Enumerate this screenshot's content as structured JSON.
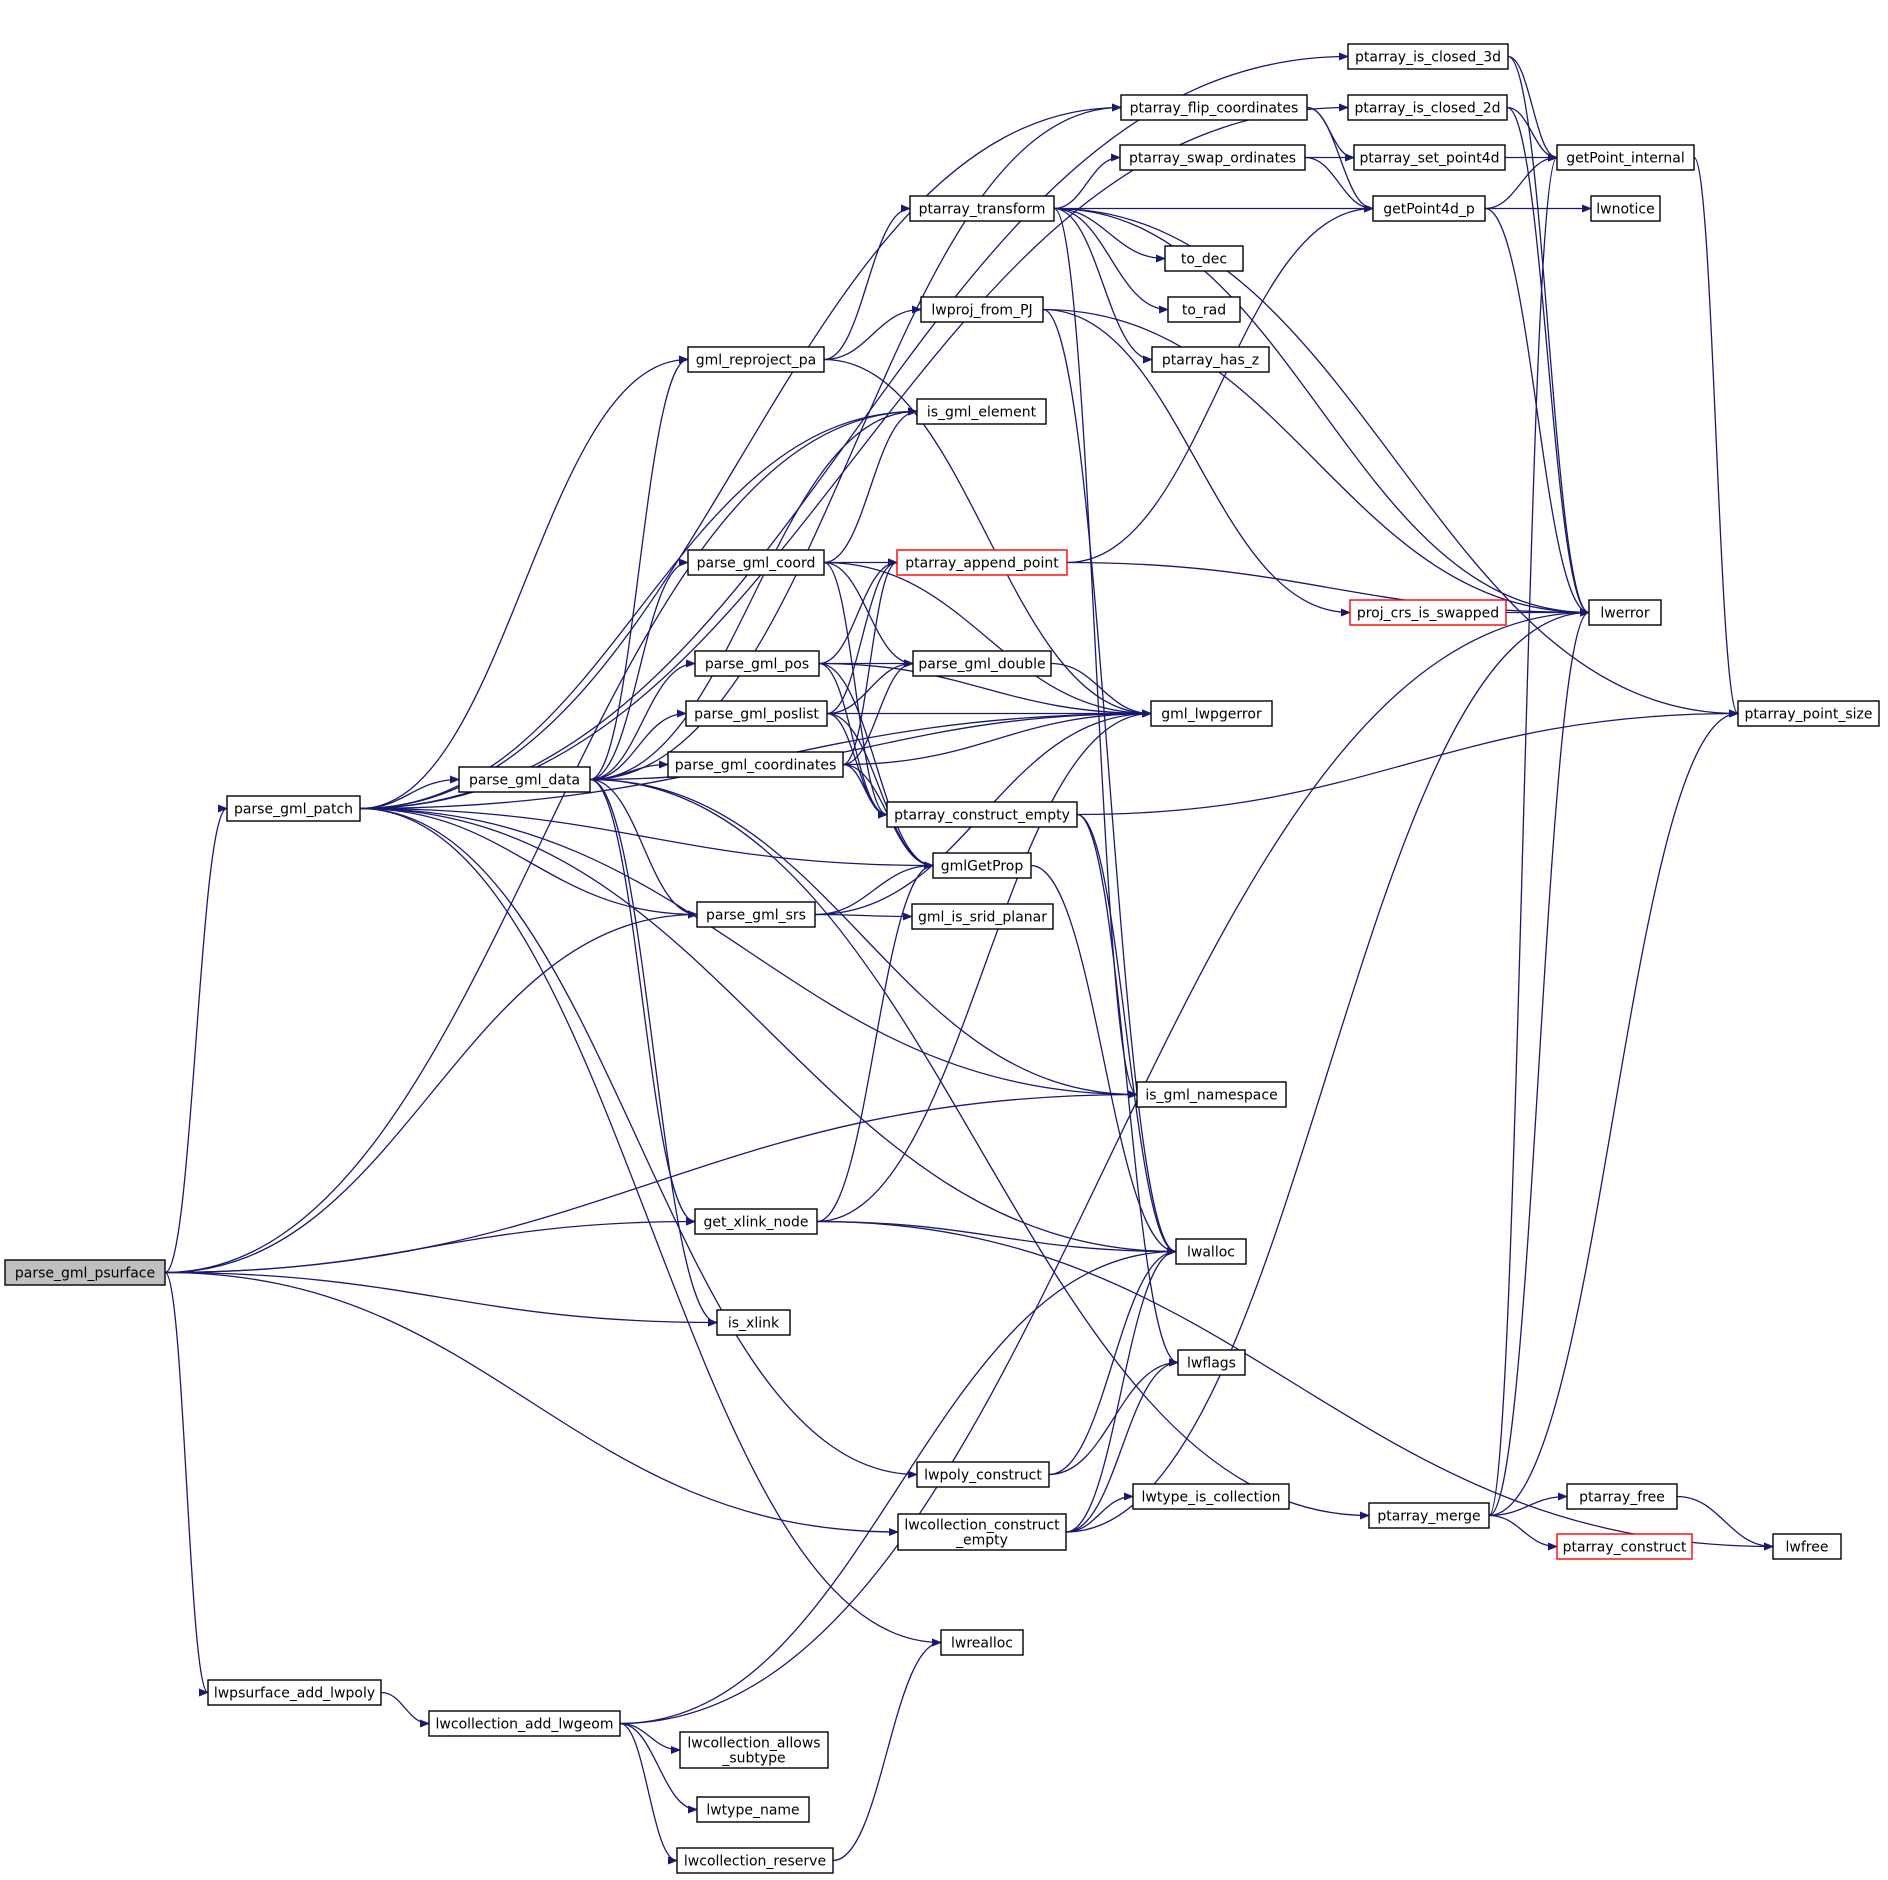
{
  "graph": {
    "edge_color": "#191970",
    "truncated_node_color": "#ff0000",
    "root_fill": "#bfbfbf",
    "nodes": [
      {
        "id": "parse_gml_psurface",
        "lines": [
          "parse_gml_psurface"
        ],
        "root": true
      },
      {
        "id": "parse_gml_patch",
        "lines": [
          "parse_gml_patch"
        ]
      },
      {
        "id": "parse_gml_data",
        "lines": [
          "parse_gml_data"
        ]
      },
      {
        "id": "parse_gml_coord",
        "lines": [
          "parse_gml_coord"
        ]
      },
      {
        "id": "parse_gml_pos",
        "lines": [
          "parse_gml_pos"
        ]
      },
      {
        "id": "parse_gml_poslist",
        "lines": [
          "parse_gml_poslist"
        ]
      },
      {
        "id": "parse_gml_coordinates",
        "lines": [
          "parse_gml_coordinates"
        ]
      },
      {
        "id": "parse_gml_srs",
        "lines": [
          "parse_gml_srs"
        ]
      },
      {
        "id": "gml_reproject_pa",
        "lines": [
          "gml_reproject_pa"
        ]
      },
      {
        "id": "get_xlink_node",
        "lines": [
          "get_xlink_node"
        ]
      },
      {
        "id": "is_xlink",
        "lines": [
          "is_xlink"
        ]
      },
      {
        "id": "is_gml_element",
        "lines": [
          "is_gml_element"
        ]
      },
      {
        "id": "is_gml_namespace",
        "lines": [
          "is_gml_namespace"
        ]
      },
      {
        "id": "ptarray_transform",
        "lines": [
          "ptarray_transform"
        ]
      },
      {
        "id": "lwproj_from_PJ",
        "lines": [
          "lwproj_from_PJ"
        ]
      },
      {
        "id": "ptarray_append_point",
        "lines": [
          "ptarray_append_point"
        ],
        "truncated": true
      },
      {
        "id": "parse_gml_double",
        "lines": [
          "parse_gml_double"
        ]
      },
      {
        "id": "ptarray_construct_empty",
        "lines": [
          "ptarray_construct_empty"
        ]
      },
      {
        "id": "gmlGetProp",
        "lines": [
          "gmlGetProp"
        ]
      },
      {
        "id": "gml_is_srid_planar",
        "lines": [
          "gml_is_srid_planar"
        ]
      },
      {
        "id": "gml_lwpgerror",
        "lines": [
          "gml_lwpgerror"
        ]
      },
      {
        "id": "ptarray_flip_coordinates",
        "lines": [
          "ptarray_flip_coordinates"
        ]
      },
      {
        "id": "ptarray_swap_ordinates",
        "lines": [
          "ptarray_swap_ordinates"
        ]
      },
      {
        "id": "to_dec",
        "lines": [
          "to_dec"
        ]
      },
      {
        "id": "to_rad",
        "lines": [
          "to_rad"
        ]
      },
      {
        "id": "ptarray_has_z",
        "lines": [
          "ptarray_has_z"
        ]
      },
      {
        "id": "lwalloc",
        "lines": [
          "lwalloc"
        ]
      },
      {
        "id": "lwflags",
        "lines": [
          "lwflags"
        ]
      },
      {
        "id": "lwpoly_construct",
        "lines": [
          "lwpoly_construct"
        ]
      },
      {
        "id": "lwcollection_construct_empty",
        "lines": [
          "lwcollection_construct",
          "_empty"
        ]
      },
      {
        "id": "lwrealloc",
        "lines": [
          "lwrealloc"
        ]
      },
      {
        "id": "lwpsurface_add_lwpoly",
        "lines": [
          "lwpsurface_add_lwpoly"
        ]
      },
      {
        "id": "lwcollection_add_lwgeom",
        "lines": [
          "lwcollection_add_lwgeom"
        ]
      },
      {
        "id": "lwcollection_allows_subtype",
        "lines": [
          "lwcollection_allows",
          "_subtype"
        ]
      },
      {
        "id": "lwtype_name",
        "lines": [
          "lwtype_name"
        ]
      },
      {
        "id": "lwcollection_reserve",
        "lines": [
          "lwcollection_reserve"
        ]
      },
      {
        "id": "lwtype_is_collection",
        "lines": [
          "lwtype_is_collection"
        ]
      },
      {
        "id": "ptarray_is_closed_3d",
        "lines": [
          "ptarray_is_closed_3d"
        ]
      },
      {
        "id": "ptarray_is_closed_2d",
        "lines": [
          "ptarray_is_closed_2d"
        ]
      },
      {
        "id": "ptarray_set_point4d",
        "lines": [
          "ptarray_set_point4d"
        ]
      },
      {
        "id": "getPoint4d_p",
        "lines": [
          "getPoint4d_p"
        ]
      },
      {
        "id": "proj_crs_is_swapped",
        "lines": [
          "proj_crs_is_swapped"
        ],
        "truncated": true
      },
      {
        "id": "ptarray_merge",
        "lines": [
          "ptarray_merge"
        ]
      },
      {
        "id": "getPoint_internal",
        "lines": [
          "getPoint_internal"
        ]
      },
      {
        "id": "lwnotice",
        "lines": [
          "lwnotice"
        ]
      },
      {
        "id": "lwerror",
        "lines": [
          "lwerror"
        ]
      },
      {
        "id": "ptarray_point_size",
        "lines": [
          "ptarray_point_size"
        ]
      },
      {
        "id": "ptarray_free",
        "lines": [
          "ptarray_free"
        ]
      },
      {
        "id": "ptarray_construct",
        "lines": [
          "ptarray_construct"
        ],
        "truncated": true
      },
      {
        "id": "lwfree",
        "lines": [
          "lwfree"
        ]
      }
    ],
    "edges": [
      [
        "parse_gml_psurface",
        "parse_gml_patch"
      ],
      [
        "parse_gml_psurface",
        "get_xlink_node"
      ],
      [
        "parse_gml_psurface",
        "parse_gml_srs"
      ],
      [
        "parse_gml_psurface",
        "is_xlink"
      ],
      [
        "parse_gml_psurface",
        "is_gml_namespace"
      ],
      [
        "parse_gml_psurface",
        "is_gml_element"
      ],
      [
        "parse_gml_psurface",
        "lwcollection_construct_empty"
      ],
      [
        "parse_gml_psurface",
        "lwpsurface_add_lwpoly"
      ],
      [
        "parse_gml_patch",
        "parse_gml_data"
      ],
      [
        "parse_gml_patch",
        "gml_reproject_pa"
      ],
      [
        "parse_gml_patch",
        "is_gml_element"
      ],
      [
        "parse_gml_patch",
        "ptarray_flip_coordinates"
      ],
      [
        "parse_gml_patch",
        "ptarray_is_closed_3d"
      ],
      [
        "parse_gml_patch",
        "ptarray_is_closed_2d"
      ],
      [
        "parse_gml_patch",
        "gml_lwpgerror"
      ],
      [
        "parse_gml_patch",
        "gmlGetProp"
      ],
      [
        "parse_gml_patch",
        "parse_gml_srs"
      ],
      [
        "parse_gml_patch",
        "is_gml_namespace"
      ],
      [
        "parse_gml_patch",
        "lwalloc"
      ],
      [
        "parse_gml_patch",
        "lwpoly_construct"
      ],
      [
        "parse_gml_patch",
        "lwrealloc"
      ],
      [
        "parse_gml_data",
        "parse_gml_coordinates"
      ],
      [
        "parse_gml_data",
        "parse_gml_poslist"
      ],
      [
        "parse_gml_data",
        "parse_gml_pos"
      ],
      [
        "parse_gml_data",
        "parse_gml_coord"
      ],
      [
        "parse_gml_data",
        "gml_reproject_pa"
      ],
      [
        "parse_gml_data",
        "is_gml_element"
      ],
      [
        "parse_gml_data",
        "ptarray_flip_coordinates"
      ],
      [
        "parse_gml_data",
        "parse_gml_srs"
      ],
      [
        "parse_gml_data",
        "get_xlink_node"
      ],
      [
        "parse_gml_data",
        "is_xlink"
      ],
      [
        "parse_gml_data",
        "is_gml_namespace"
      ],
      [
        "parse_gml_data",
        "gml_lwpgerror"
      ],
      [
        "parse_gml_data",
        "ptarray_merge"
      ],
      [
        "parse_gml_coord",
        "ptarray_append_point"
      ],
      [
        "parse_gml_coord",
        "is_gml_element"
      ],
      [
        "parse_gml_coord",
        "parse_gml_double"
      ],
      [
        "parse_gml_coord",
        "ptarray_construct_empty"
      ],
      [
        "parse_gml_coord",
        "gml_lwpgerror"
      ],
      [
        "parse_gml_pos",
        "parse_gml_double"
      ],
      [
        "parse_gml_pos",
        "ptarray_append_point"
      ],
      [
        "parse_gml_pos",
        "gmlGetProp"
      ],
      [
        "parse_gml_pos",
        "ptarray_construct_empty"
      ],
      [
        "parse_gml_pos",
        "gml_lwpgerror"
      ],
      [
        "parse_gml_poslist",
        "parse_gml_double"
      ],
      [
        "parse_gml_poslist",
        "ptarray_append_point"
      ],
      [
        "parse_gml_poslist",
        "gml_lwpgerror"
      ],
      [
        "parse_gml_poslist",
        "gmlGetProp"
      ],
      [
        "parse_gml_poslist",
        "ptarray_construct_empty"
      ],
      [
        "parse_gml_coordinates",
        "ptarray_append_point"
      ],
      [
        "parse_gml_coordinates",
        "parse_gml_double"
      ],
      [
        "parse_gml_coordinates",
        "gml_lwpgerror"
      ],
      [
        "parse_gml_coordinates",
        "gmlGetProp"
      ],
      [
        "parse_gml_coordinates",
        "ptarray_construct_empty"
      ],
      [
        "parse_gml_srs",
        "gmlGetProp"
      ],
      [
        "parse_gml_srs",
        "gml_is_srid_planar"
      ],
      [
        "parse_gml_srs",
        "gml_lwpgerror"
      ],
      [
        "gml_reproject_pa",
        "ptarray_transform"
      ],
      [
        "gml_reproject_pa",
        "lwproj_from_PJ"
      ],
      [
        "gml_reproject_pa",
        "gml_lwpgerror"
      ],
      [
        "get_xlink_node",
        "gmlGetProp"
      ],
      [
        "get_xlink_node",
        "gml_lwpgerror"
      ],
      [
        "get_xlink_node",
        "lwalloc"
      ],
      [
        "get_xlink_node",
        "lwfree"
      ],
      [
        "ptarray_transform",
        "ptarray_swap_ordinates"
      ],
      [
        "ptarray_transform",
        "getPoint4d_p"
      ],
      [
        "ptarray_transform",
        "to_dec"
      ],
      [
        "ptarray_transform",
        "to_rad"
      ],
      [
        "ptarray_transform",
        "ptarray_has_z"
      ],
      [
        "ptarray_transform",
        "lwerror"
      ],
      [
        "ptarray_transform",
        "ptarray_point_size"
      ],
      [
        "ptarray_transform",
        "is_gml_namespace"
      ],
      [
        "lwproj_from_PJ",
        "proj_crs_is_swapped"
      ],
      [
        "lwproj_from_PJ",
        "lwerror"
      ],
      [
        "lwproj_from_PJ",
        "lwalloc"
      ],
      [
        "ptarray_append_point",
        "getPoint4d_p"
      ],
      [
        "ptarray_append_point",
        "lwerror"
      ],
      [
        "ptarray_construct_empty",
        "ptarray_point_size"
      ],
      [
        "ptarray_construct_empty",
        "lwalloc"
      ],
      [
        "ptarray_construct_empty",
        "lwflags"
      ],
      [
        "gmlGetProp",
        "lwalloc"
      ],
      [
        "parse_gml_double",
        "gml_lwpgerror"
      ],
      [
        "ptarray_flip_coordinates",
        "ptarray_set_point4d"
      ],
      [
        "ptarray_flip_coordinates",
        "getPoint4d_p"
      ],
      [
        "ptarray_swap_ordinates",
        "ptarray_set_point4d"
      ],
      [
        "ptarray_swap_ordinates",
        "getPoint4d_p"
      ],
      [
        "ptarray_is_closed_3d",
        "getPoint_internal"
      ],
      [
        "ptarray_is_closed_3d",
        "lwerror"
      ],
      [
        "ptarray_is_closed_2d",
        "getPoint_internal"
      ],
      [
        "ptarray_is_closed_2d",
        "lwerror"
      ],
      [
        "ptarray_set_point4d",
        "getPoint_internal"
      ],
      [
        "getPoint4d_p",
        "getPoint_internal"
      ],
      [
        "getPoint4d_p",
        "lwnotice"
      ],
      [
        "getPoint4d_p",
        "lwerror"
      ],
      [
        "getPoint_internal",
        "ptarray_point_size"
      ],
      [
        "proj_crs_is_swapped",
        "lwerror"
      ],
      [
        "lwpoly_construct",
        "lwalloc"
      ],
      [
        "lwpoly_construct",
        "lwflags"
      ],
      [
        "lwcollection_construct_empty",
        "lwalloc"
      ],
      [
        "lwcollection_construct_empty",
        "lwflags"
      ],
      [
        "lwcollection_construct_empty",
        "lwtype_is_collection"
      ],
      [
        "lwcollection_construct_empty",
        "lwerror"
      ],
      [
        "lwpsurface_add_lwpoly",
        "lwcollection_add_lwgeom"
      ],
      [
        "lwcollection_add_lwgeom",
        "lwcollection_allows_subtype"
      ],
      [
        "lwcollection_add_lwgeom",
        "lwtype_name"
      ],
      [
        "lwcollection_add_lwgeom",
        "lwcollection_reserve"
      ],
      [
        "lwcollection_add_lwgeom",
        "lwerror"
      ],
      [
        "lwcollection_add_lwgeom",
        "lwalloc"
      ],
      [
        "lwcollection_reserve",
        "lwrealloc"
      ],
      [
        "ptarray_merge",
        "getPoint_internal"
      ],
      [
        "ptarray_merge",
        "ptarray_free"
      ],
      [
        "ptarray_merge",
        "ptarray_construct"
      ],
      [
        "ptarray_merge",
        "lwerror"
      ],
      [
        "ptarray_merge",
        "ptarray_point_size"
      ],
      [
        "ptarray_free",
        "lwfree"
      ]
    ]
  }
}
